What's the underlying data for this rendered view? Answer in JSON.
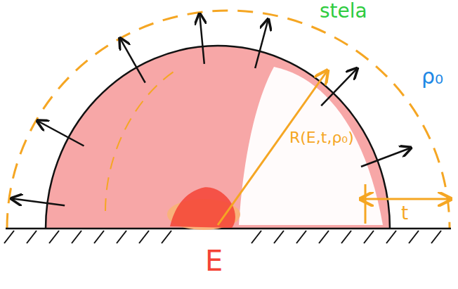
{
  "diagram": {
    "labels": [
      "stela",
      "ρ₀",
      "R(E,t,ρ₀)",
      "t",
      "E"
    ]
  }
}
